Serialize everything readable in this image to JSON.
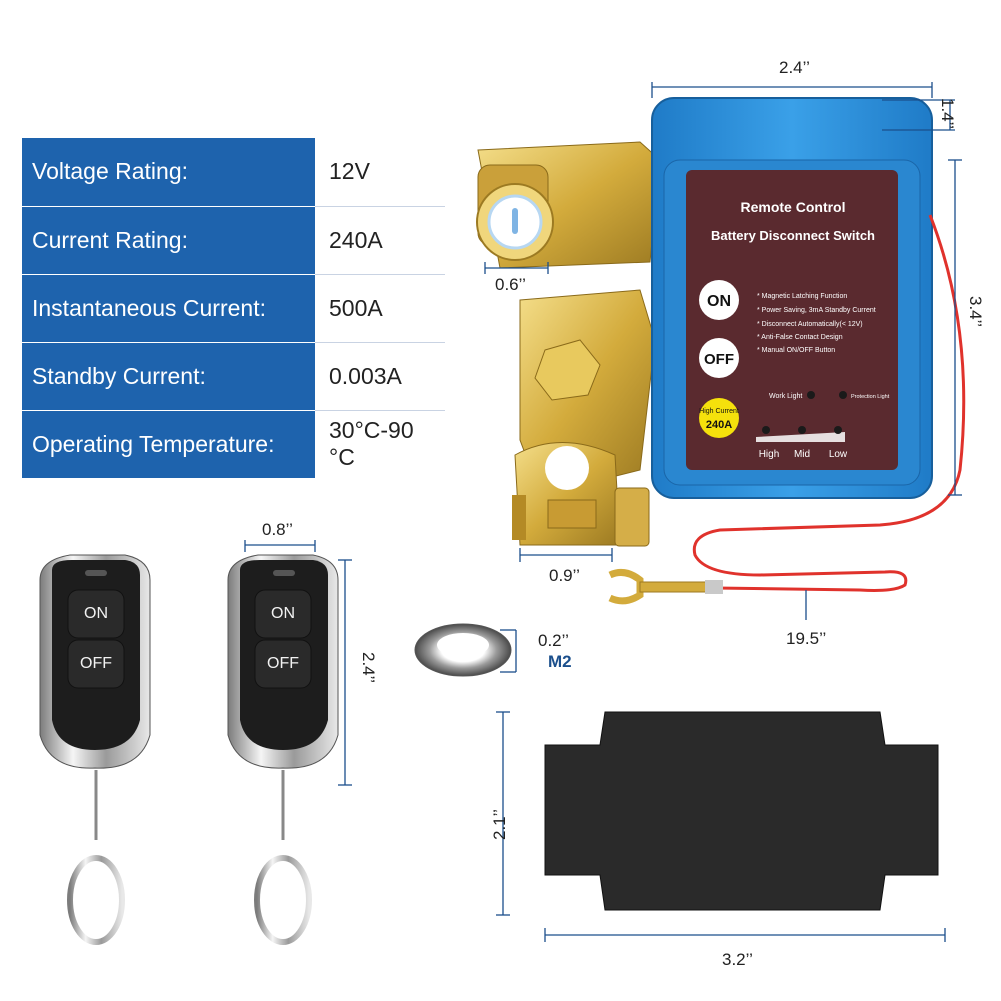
{
  "specs": [
    {
      "label": "Voltage Rating:",
      "value": "12V"
    },
    {
      "label": "Current Rating:",
      "value": "240A"
    },
    {
      "label": "Instantaneous Current:",
      "value": "500A"
    },
    {
      "label": "Standby Current:",
      "value": "0.003A"
    },
    {
      "label": "Operating Temperature:",
      "value": "30°C-90 °C"
    }
  ],
  "device": {
    "title_line1": "Remote Control",
    "title_line2": "Battery Disconnect Switch",
    "on_label": "ON",
    "off_label": "OFF",
    "features": [
      "* Magnetic Latching Function",
      "* Power Saving, 3mA Standby Current",
      "* Disconnect Automatically(< 12V)",
      "* Anti-False Contact Design",
      "* Manual ON/OFF Button"
    ],
    "work_light": "Work Light",
    "protection_light": "Protection Light",
    "badge_top": "High Current",
    "badge_bottom": "240A",
    "level_high": "High",
    "level_mid": "Mid",
    "level_low": "Low"
  },
  "remote": {
    "on_label": "ON",
    "off_label": "OFF"
  },
  "washer": {
    "size": "M2"
  },
  "dimensions": {
    "switch_width": "2.4’’",
    "switch_depth": "1.4’’",
    "switch_height": "3.4’’",
    "knob": "0.6’’",
    "clamp": "0.9’’",
    "wire": "19.5’’",
    "remote_width": "0.8’’",
    "remote_height": "2.4’’",
    "washer_thickness": "0.2’’",
    "pad_height": "2.1’’",
    "pad_width": "3.2’’"
  },
  "colors": {
    "table_blue": "#1e63ad",
    "switch_blue": "#2d8fd9",
    "panel_brown": "#5a2a2f",
    "brass": "#d7b24a",
    "wire_red": "#e0322c",
    "dim_line": "#1b4f8c"
  }
}
